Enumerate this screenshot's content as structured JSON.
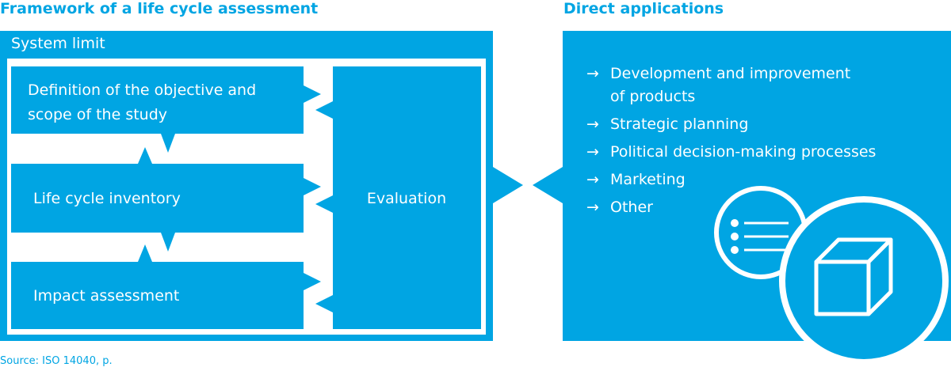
{
  "headings": {
    "framework": "Framework of a life cycle assessment",
    "applications": "Direct applications"
  },
  "framework": {
    "system_limit": "System limit",
    "objective": "Definition of the objective and scope of the study",
    "inventory": "Life cycle inventory",
    "impact": "Impact assessment",
    "evaluation": "Evaluation"
  },
  "applications": {
    "items": [
      "Development and improvement\nof products",
      "Strategic planning",
      "Political decision-making processes",
      "Marketing",
      "Other"
    ],
    "arrow_glyph": "→"
  },
  "icons": [
    "list-icon",
    "cube-icon"
  ],
  "source": "Source: ISO 14040, p.",
  "colors": {
    "accent": "#00a5e3",
    "white": "#ffffff"
  }
}
